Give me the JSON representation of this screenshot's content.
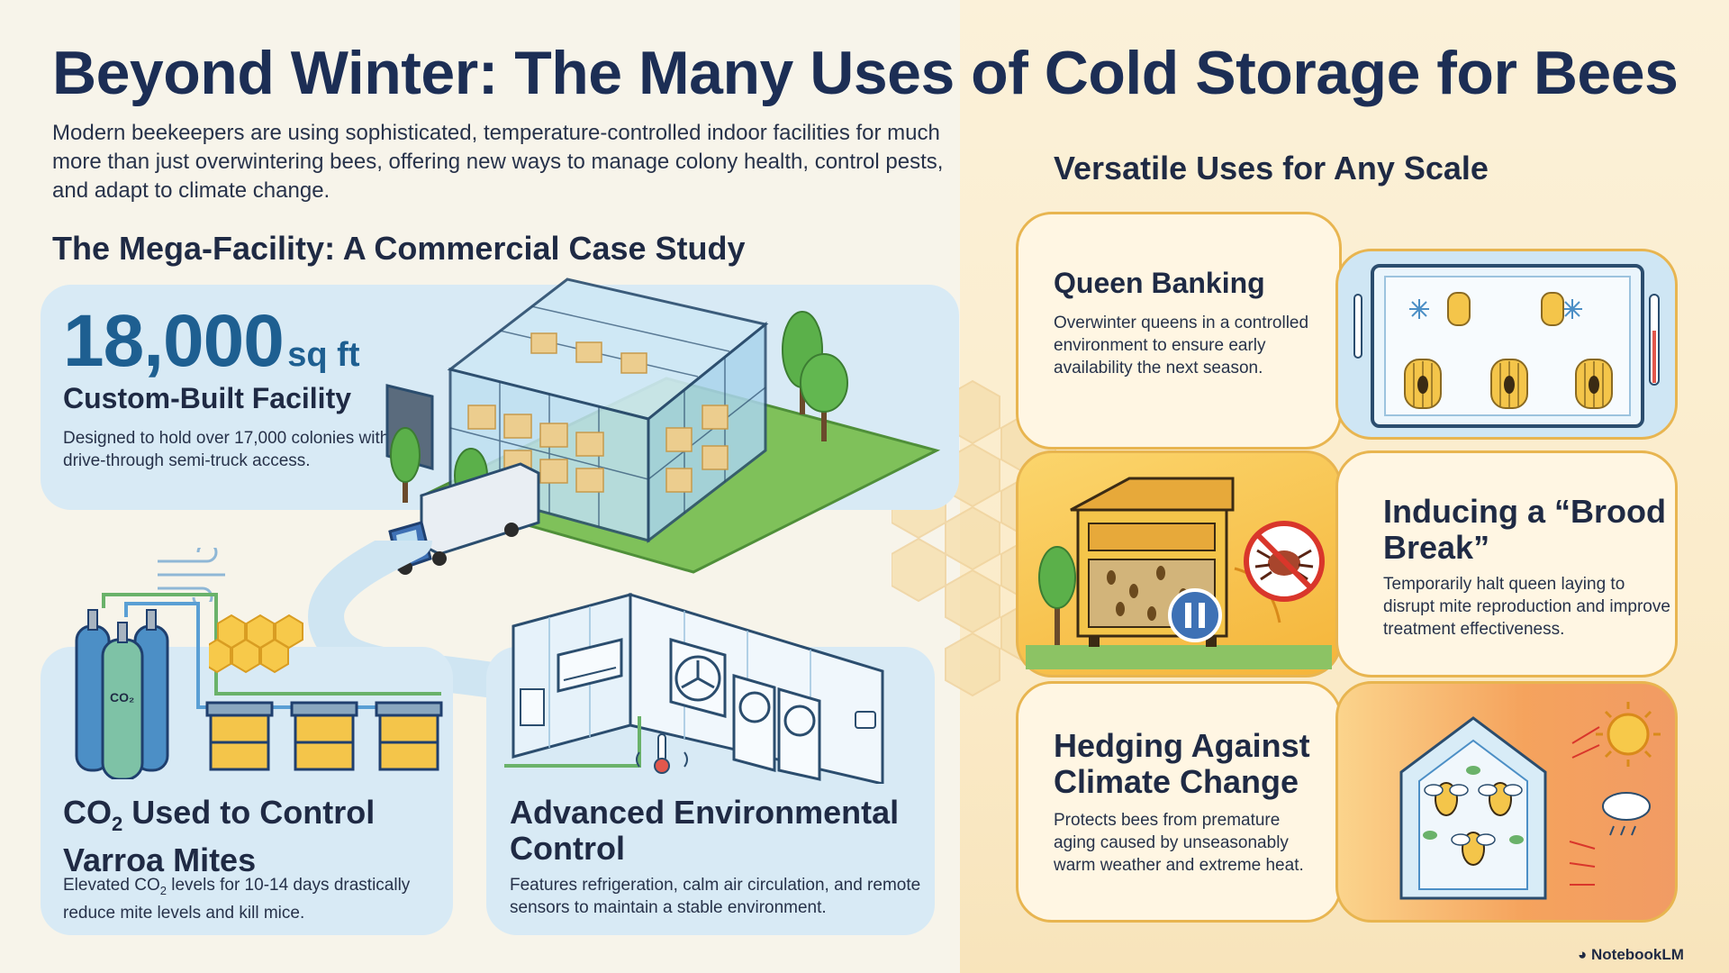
{
  "header": {
    "title": "Beyond Winter: The Many Uses of Cold Storage for Bees",
    "intro": "Modern beekeepers are using sophisticated, temperature-controlled indoor facilities for much more than just overwintering bees, offering new ways to manage colony health, control pests, and adapt to climate change."
  },
  "left": {
    "heading": "The Mega-Facility: A Commercial Case Study",
    "facility": {
      "number": "18,000",
      "unit": "sq ft",
      "subtitle": "Custom-Built Facility",
      "desc": "Designed to hold over 17,000 colonies with drive-through semi-truck access."
    },
    "co2": {
      "title_prefix": "CO",
      "title_sub": "2",
      "title_rest": " Used to Control Varroa Mites",
      "desc_prefix": "Elevated CO",
      "desc_sub": "2",
      "desc_rest": " levels for 10-14 days drastically reduce mite levels and kill mice.",
      "tank_label": "CO₂"
    },
    "env": {
      "title": "Advanced Environmental Control",
      "desc": "Features refrigeration, calm air circulation, and remote sensors to maintain a stable environment."
    }
  },
  "right": {
    "heading": "Versatile Uses for Any Scale",
    "queen": {
      "title": "Queen Banking",
      "desc": "Overwinter queens in a controlled environment to ensure early availability the next season."
    },
    "brood": {
      "title": "Inducing a “Brood Break”",
      "desc": "Temporarily halt queen laying to disrupt mite reproduction and improve treatment effectiveness."
    },
    "climate": {
      "title": "Hedging Against Climate Change",
      "desc": "Protects bees from premature aging caused by unseasonably warm weather and extreme heat."
    }
  },
  "footer": {
    "watermark": "NotebookLM"
  },
  "colors": {
    "navy": "#1c2e55",
    "accent_blue": "#1e5f91",
    "panel_blue": "#d8eaf5",
    "honey": "#f5c23a",
    "card_border": "#e8b550",
    "cream": "#fff6e3"
  },
  "icons": [
    "greenhouse-facility-icon",
    "semi-truck-icon",
    "tree-icon",
    "co2-tank-icon",
    "beehive-box-icon",
    "honeycomb-icon",
    "hvac-unit-icon",
    "fan-icon",
    "thermometer-icon",
    "snowflake-icon",
    "queen-cage-icon",
    "bee-icon",
    "mite-prohibited-icon",
    "pause-icon",
    "sun-icon",
    "cloud-icon",
    "notebooklm-logo-icon"
  ]
}
